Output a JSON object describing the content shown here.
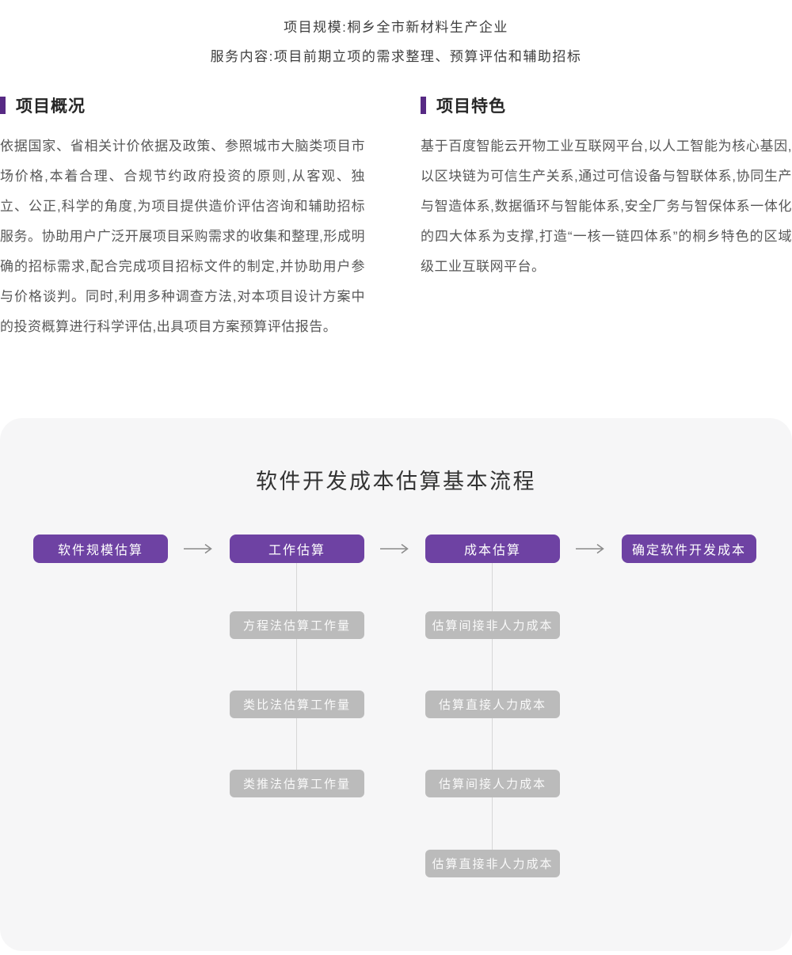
{
  "top_info": {
    "line1": "项目规模:桐乡全市新材料生产企业",
    "line2": "服务内容:项目前期立项的需求整理、预算评估和辅助招标"
  },
  "sections": [
    {
      "title": "项目概况",
      "body": "依据国家、省相关计价依据及政策、参照城市大脑类项目市场价格,本着合理、合规节约政府投资的原则,从客观、独立、公正,科学的角度,为项目提供造价评估咨询和辅助招标服务。协助用户广泛开展项目采购需求的收集和整理,形成明确的招标需求,配合完成项目招标文件的制定,并协助用户参与价格谈判。同时,利用多种调查方法,对本项目设计方案中的投资概算进行科学评估,出具项目方案预算评估报告。"
    },
    {
      "title": "项目特色",
      "body": "基于百度智能云开物工业互联网平台,以人工智能为核心基因,以区块链为可信生产关系,通过可信设备与智联体系,协同生产与智造体系,数据循环与智能体系,安全厂务与智保体系一体化的四大体系为支撑,打造“一核一链四体系”的桐乡特色的区域级工业互联网平台。"
    }
  ],
  "flowchart": {
    "title": "软件开发成本估算基本流程",
    "main_boxes": [
      "软件规模估算",
      "工作估算",
      "成本估算",
      "确定软件开发成本"
    ],
    "work_sub_boxes": [
      "方程法估算工作量",
      "类比法估算工作量",
      "类推法估算工作量"
    ],
    "cost_sub_boxes": [
      "估算间接非人力成本",
      "估算直接人力成本",
      "估算间接人力成本",
      "估算直接非人力成本"
    ]
  },
  "colors": {
    "accent_purple_box": "#6e42a3",
    "accent_purple_bar": "#572a84",
    "sub_box_gray": "#bbbbbb",
    "card_background": "#f6f6f7",
    "connector_line": "#d7d7d7",
    "arrow_gray": "#8a8a8a"
  }
}
